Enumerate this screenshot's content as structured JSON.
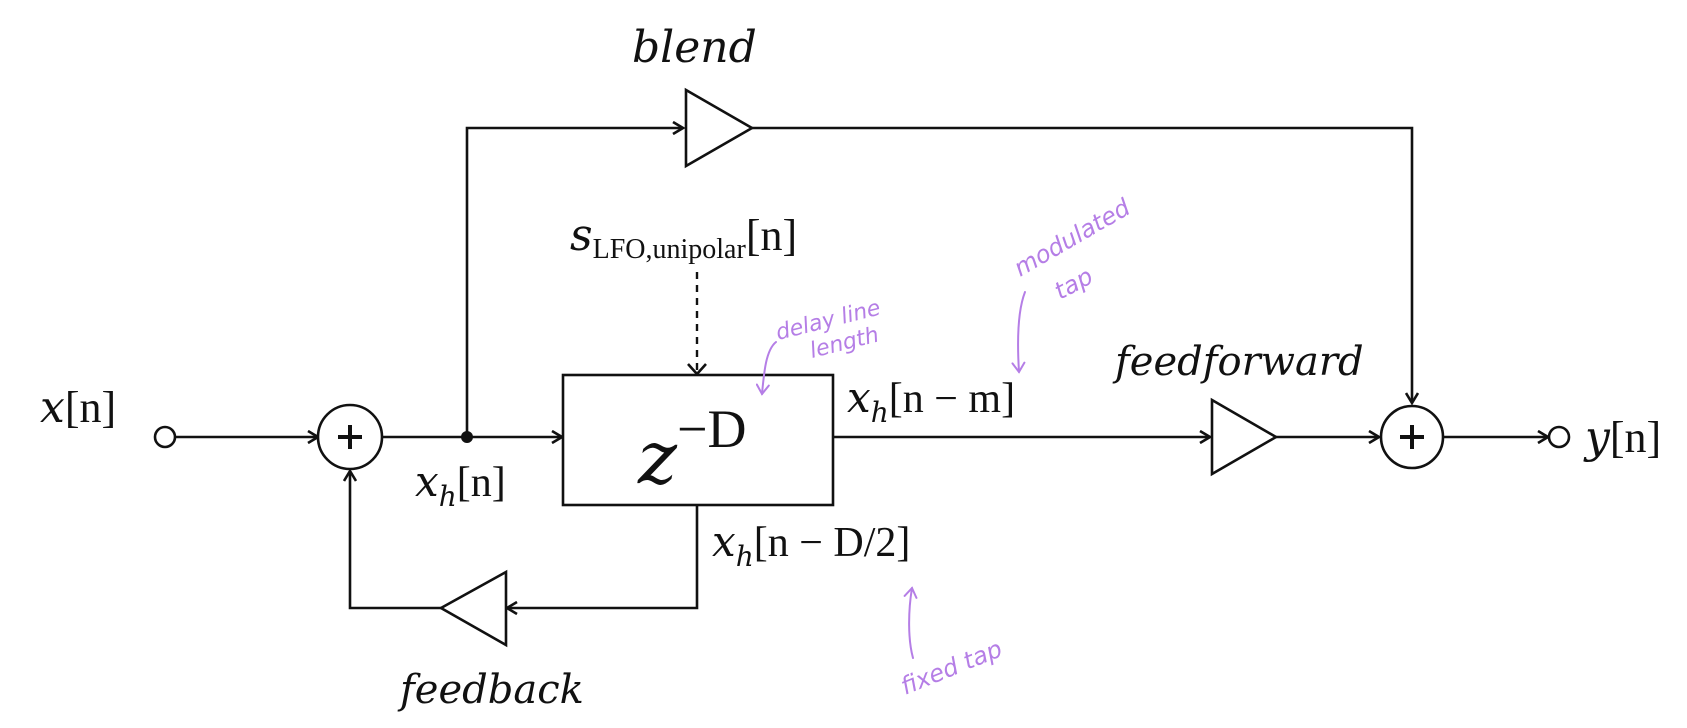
{
  "diagram": {
    "type": "block-diagram",
    "subject": "flanger / chorus with modulated delay line",
    "colors": {
      "ink": "#111111",
      "annotation": "#b57ee6",
      "background": "#ffffff"
    },
    "nodes": {
      "input": {
        "label_base": "x",
        "label_arg": "[n]"
      },
      "output": {
        "label_base": "y",
        "label_arg": "[n]"
      },
      "sum_input": {
        "symbol": "+"
      },
      "sum_output": {
        "symbol": "+"
      },
      "delay": {
        "base": "z",
        "exponent": "−D"
      },
      "lfo": {
        "base": "s",
        "subscript": "LFO,unipolar",
        "arg": "[n]"
      }
    },
    "gains": {
      "blend": "blend",
      "feedforward": "feedforward",
      "feedback": "feedback"
    },
    "signals": {
      "xh_n": {
        "base": "x",
        "sub": "h",
        "arg": "[n]"
      },
      "xh_n_minus_m": {
        "base": "x",
        "sub": "h",
        "arg": "[n − m]"
      },
      "xh_n_minus_D2": {
        "base": "x",
        "sub": "h",
        "arg": "[n − D/2]"
      }
    },
    "annotations": {
      "delay_line_length": [
        "delay line",
        "length"
      ],
      "modulated_tap": [
        "modulated",
        "tap"
      ],
      "fixed_tap": "fixed tap"
    }
  }
}
